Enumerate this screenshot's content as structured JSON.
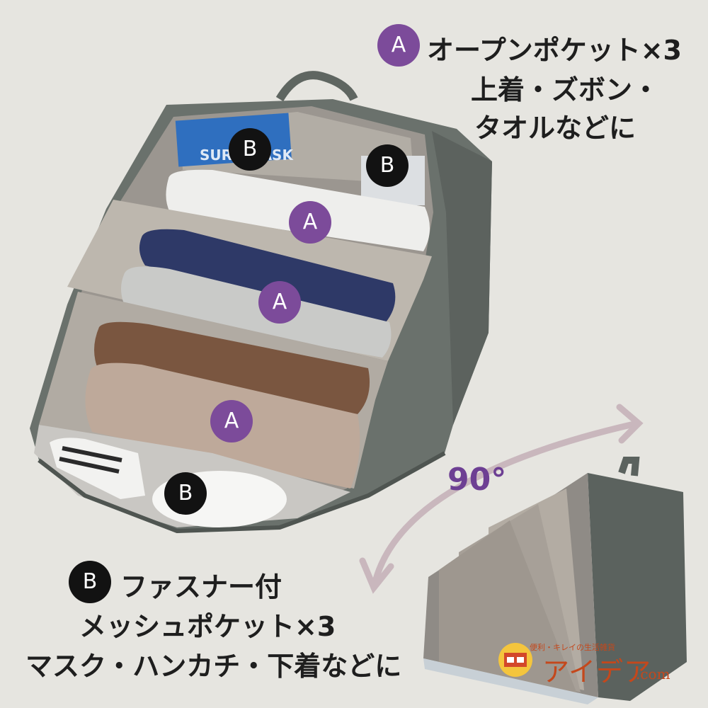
{
  "callout_a": {
    "badge": "A",
    "title": "オープンポケット×3",
    "line2": "上着・ズボン・",
    "line3": "タオルなどに"
  },
  "callout_b": {
    "badge": "B",
    "title": "ファスナー付",
    "line2": "メッシュポケット×3",
    "line3": "マスク・ハンカチ・下着などに"
  },
  "badges_on_image": [
    "B",
    "B",
    "A",
    "A",
    "A",
    "B"
  ],
  "rotation_label": "90°",
  "package_text": "SURF MASK",
  "logo": {
    "tagline": "便利・キレイの生活雑貨",
    "name": "アイデア",
    "suffix": ".com"
  },
  "colors": {
    "background": "#e6e5e0",
    "badge_a": "#7c4b9a",
    "badge_b": "#121212",
    "bag_shell": "#6a716c",
    "arrow": "#c9b7bd",
    "logo": "#c4481c"
  }
}
